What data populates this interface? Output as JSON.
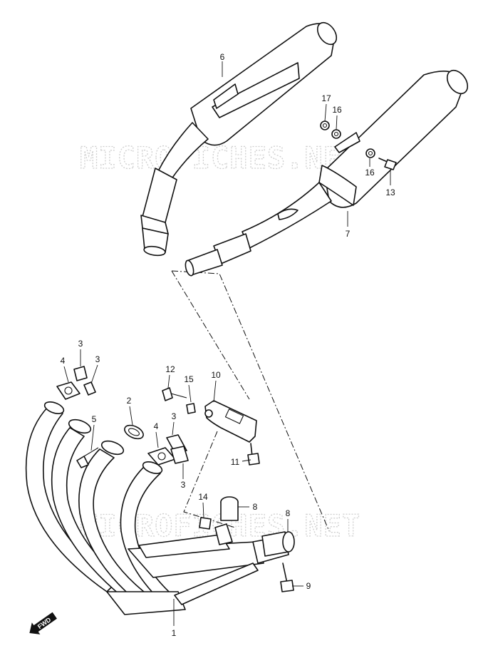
{
  "watermark": "MICROFICHES.NET",
  "direction_label": "FWD",
  "callouts": [
    {
      "id": "c6",
      "label": "6"
    },
    {
      "id": "c17",
      "label": "17"
    },
    {
      "id": "c16a",
      "label": "16"
    },
    {
      "id": "c16b",
      "label": "16"
    },
    {
      "id": "c13",
      "label": "13"
    },
    {
      "id": "c7",
      "label": "7"
    },
    {
      "id": "c3a",
      "label": "3"
    },
    {
      "id": "c3b",
      "label": "3"
    },
    {
      "id": "c4a",
      "label": "4"
    },
    {
      "id": "c12",
      "label": "12"
    },
    {
      "id": "c15",
      "label": "15"
    },
    {
      "id": "c10",
      "label": "10"
    },
    {
      "id": "c2",
      "label": "2"
    },
    {
      "id": "c3c",
      "label": "3"
    },
    {
      "id": "c5",
      "label": "5"
    },
    {
      "id": "c4b",
      "label": "4"
    },
    {
      "id": "c3d",
      "label": "3"
    },
    {
      "id": "c11",
      "label": "11"
    },
    {
      "id": "c14",
      "label": "14"
    },
    {
      "id": "c8a",
      "label": "8"
    },
    {
      "id": "c8b",
      "label": "8"
    },
    {
      "id": "c9",
      "label": "9"
    },
    {
      "id": "c1",
      "label": "1"
    }
  ]
}
